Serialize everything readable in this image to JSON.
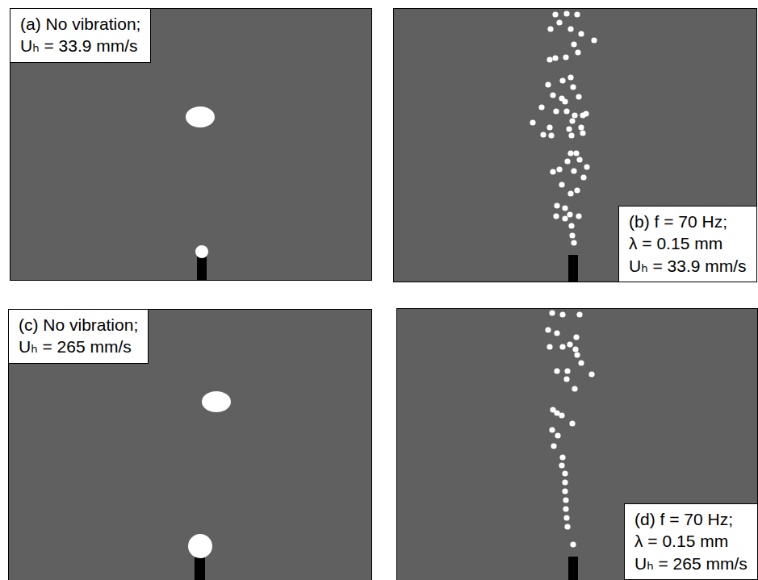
{
  "diagram": {
    "nodes": [
      {
        "text": [
          "(a) No vibration;",
          "Uₕ = 33.9 mm/s"
        ]
      },
      {
        "text": [
          "(b) f = 70 Hz;",
          "λ = 0.15 mm",
          "Uₕ = 33.9 mm/s"
        ]
      },
      {
        "text": [
          "(c) No vibration;",
          "Uₕ = 265 mm/s"
        ]
      },
      {
        "text": [
          "(d) f = 70 Hz;",
          "λ = 0.15 mm",
          "Uₕ = 265 mm/s"
        ]
      }
    ]
  }
}
